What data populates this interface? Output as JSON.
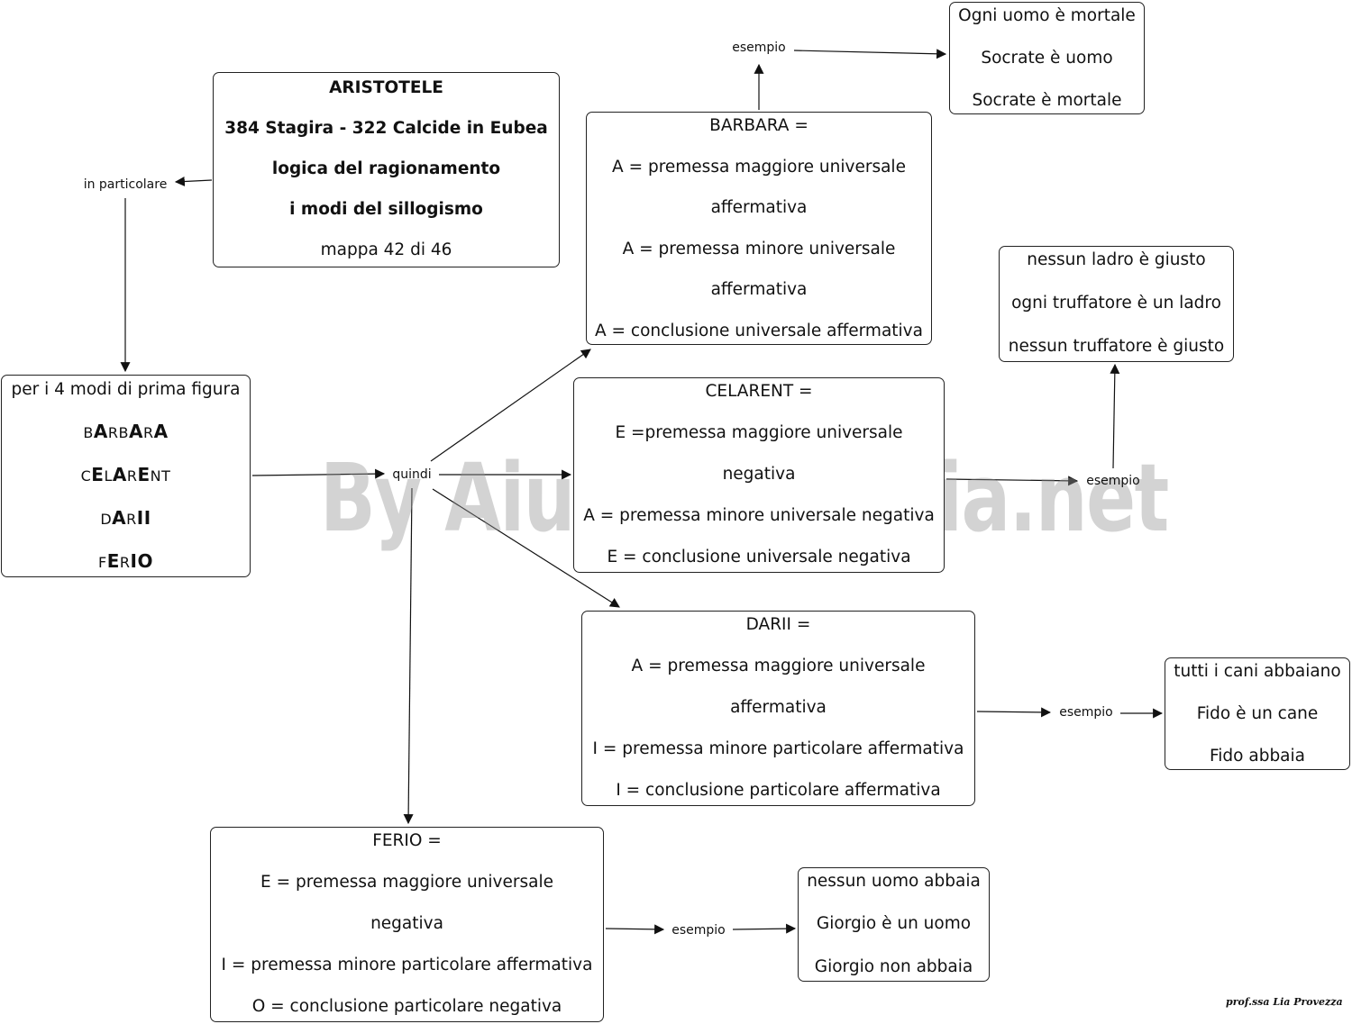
{
  "aristotele": {
    "line1": "ARISTOTELE",
    "line2": "384 Stagira - 322 Calcide in Eubea",
    "line3": "logica del ragionamento",
    "line4": "i modi del sillogismo",
    "line5": "mappa 42 di 46"
  },
  "connectors": {
    "in_particolare": "in particolare",
    "quindi": "quindi",
    "esempio_barbara": "esempio",
    "esempio_celarent": "esempio",
    "esempio_darii": "esempio",
    "esempio_ferio": "esempio"
  },
  "prima_figura": {
    "heading": "per i 4 modi di prima figura",
    "modes": [
      [
        {
          "t": "B",
          "b": false
        },
        {
          "t": "A",
          "b": true
        },
        {
          "t": "RB",
          "b": false
        },
        {
          "t": "A",
          "b": true
        },
        {
          "t": "R",
          "b": false
        },
        {
          "t": "A",
          "b": true
        }
      ],
      [
        {
          "t": "C",
          "b": false
        },
        {
          "t": "E",
          "b": true
        },
        {
          "t": "L",
          "b": false
        },
        {
          "t": "A",
          "b": true
        },
        {
          "t": "R",
          "b": false
        },
        {
          "t": "E",
          "b": true
        },
        {
          "t": "NT",
          "b": false
        }
      ],
      [
        {
          "t": "D",
          "b": false
        },
        {
          "t": "A",
          "b": true
        },
        {
          "t": "R",
          "b": false
        },
        {
          "t": "II",
          "b": true
        }
      ],
      [
        {
          "t": "F",
          "b": false
        },
        {
          "t": "E",
          "b": true
        },
        {
          "t": "R",
          "b": false
        },
        {
          "t": "IO",
          "b": true
        }
      ]
    ]
  },
  "barbara": {
    "lines": [
      "BARBARA =",
      "A = premessa maggiore universale",
      "affermativa",
      "A = premessa minore universale",
      "affermativa",
      "A = conclusione universale affermativa"
    ],
    "example": [
      "Ogni uomo è mortale",
      "Socrate è uomo",
      "Socrate è mortale"
    ]
  },
  "celarent": {
    "lines": [
      "CELARENT =",
      "E =premessa maggiore universale",
      "negativa",
      "A = premessa minore universale negativa",
      "E = conclusione universale negativa"
    ],
    "example": [
      "nessun ladro è giusto",
      "ogni truffatore è un ladro",
      "nessun truffatore è giusto"
    ]
  },
  "darii": {
    "lines": [
      "DARII =",
      "A = premessa maggiore universale",
      "affermativa",
      "I = premessa minore particolare affermativa",
      "I = conclusione particolare affermativa"
    ],
    "example": [
      "tutti i cani abbaiano",
      "Fido è un cane",
      "Fido abbaia"
    ]
  },
  "ferio": {
    "lines": [
      "FERIO =",
      "E = premessa maggiore universale",
      "negativa",
      "I = premessa minore particolare affermativa",
      "O = conclusione particolare negativa"
    ],
    "example": [
      "nessun uomo abbaia",
      "Giorgio è un uomo",
      "Giorgio non abbaia"
    ]
  },
  "watermark": "By AiutoDislessia.net",
  "signature": "prof.ssa Lia Provezza",
  "colors": {
    "line": "#111111",
    "border": "#222222",
    "watermark": "#969696"
  }
}
